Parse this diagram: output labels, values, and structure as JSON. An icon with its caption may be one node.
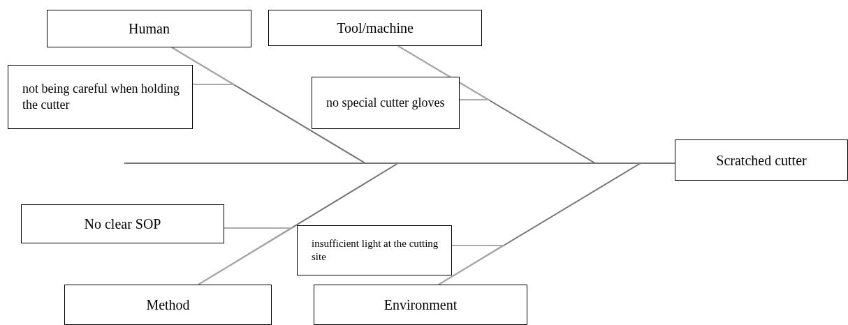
{
  "diagram": {
    "nodes": [
      {
        "text": [
          "Human"
        ]
      },
      {
        "text": [
          "Tool/machine"
        ]
      },
      {
        "text": [
          "not being careful when holding the cutter"
        ]
      },
      {
        "text": [
          "no special cutter gloves"
        ]
      },
      {
        "text": [
          "Scratched cutter"
        ]
      },
      {
        "text": [
          "No clear SOP"
        ]
      },
      {
        "text": [
          "insufficient light at the cutting site"
        ]
      },
      {
        "text": [
          "Method"
        ]
      },
      {
        "text": [
          "Environment"
        ]
      }
    ],
    "edges": [
      {
        "from": null,
        "to": 4,
        "arrow": "none"
      },
      {
        "from": 0,
        "to": 4,
        "arrow": "none"
      },
      {
        "from": 1,
        "to": 4,
        "arrow": "none"
      },
      {
        "from": 7,
        "to": 4,
        "arrow": "none"
      },
      {
        "from": 8,
        "to": 4,
        "arrow": "none"
      },
      {
        "from": 2,
        "to": 0,
        "arrow": "none"
      },
      {
        "from": 3,
        "to": 1,
        "arrow": "none"
      },
      {
        "from": 5,
        "to": 7,
        "arrow": "none"
      },
      {
        "from": 6,
        "to": 8,
        "arrow": "none"
      }
    ]
  }
}
